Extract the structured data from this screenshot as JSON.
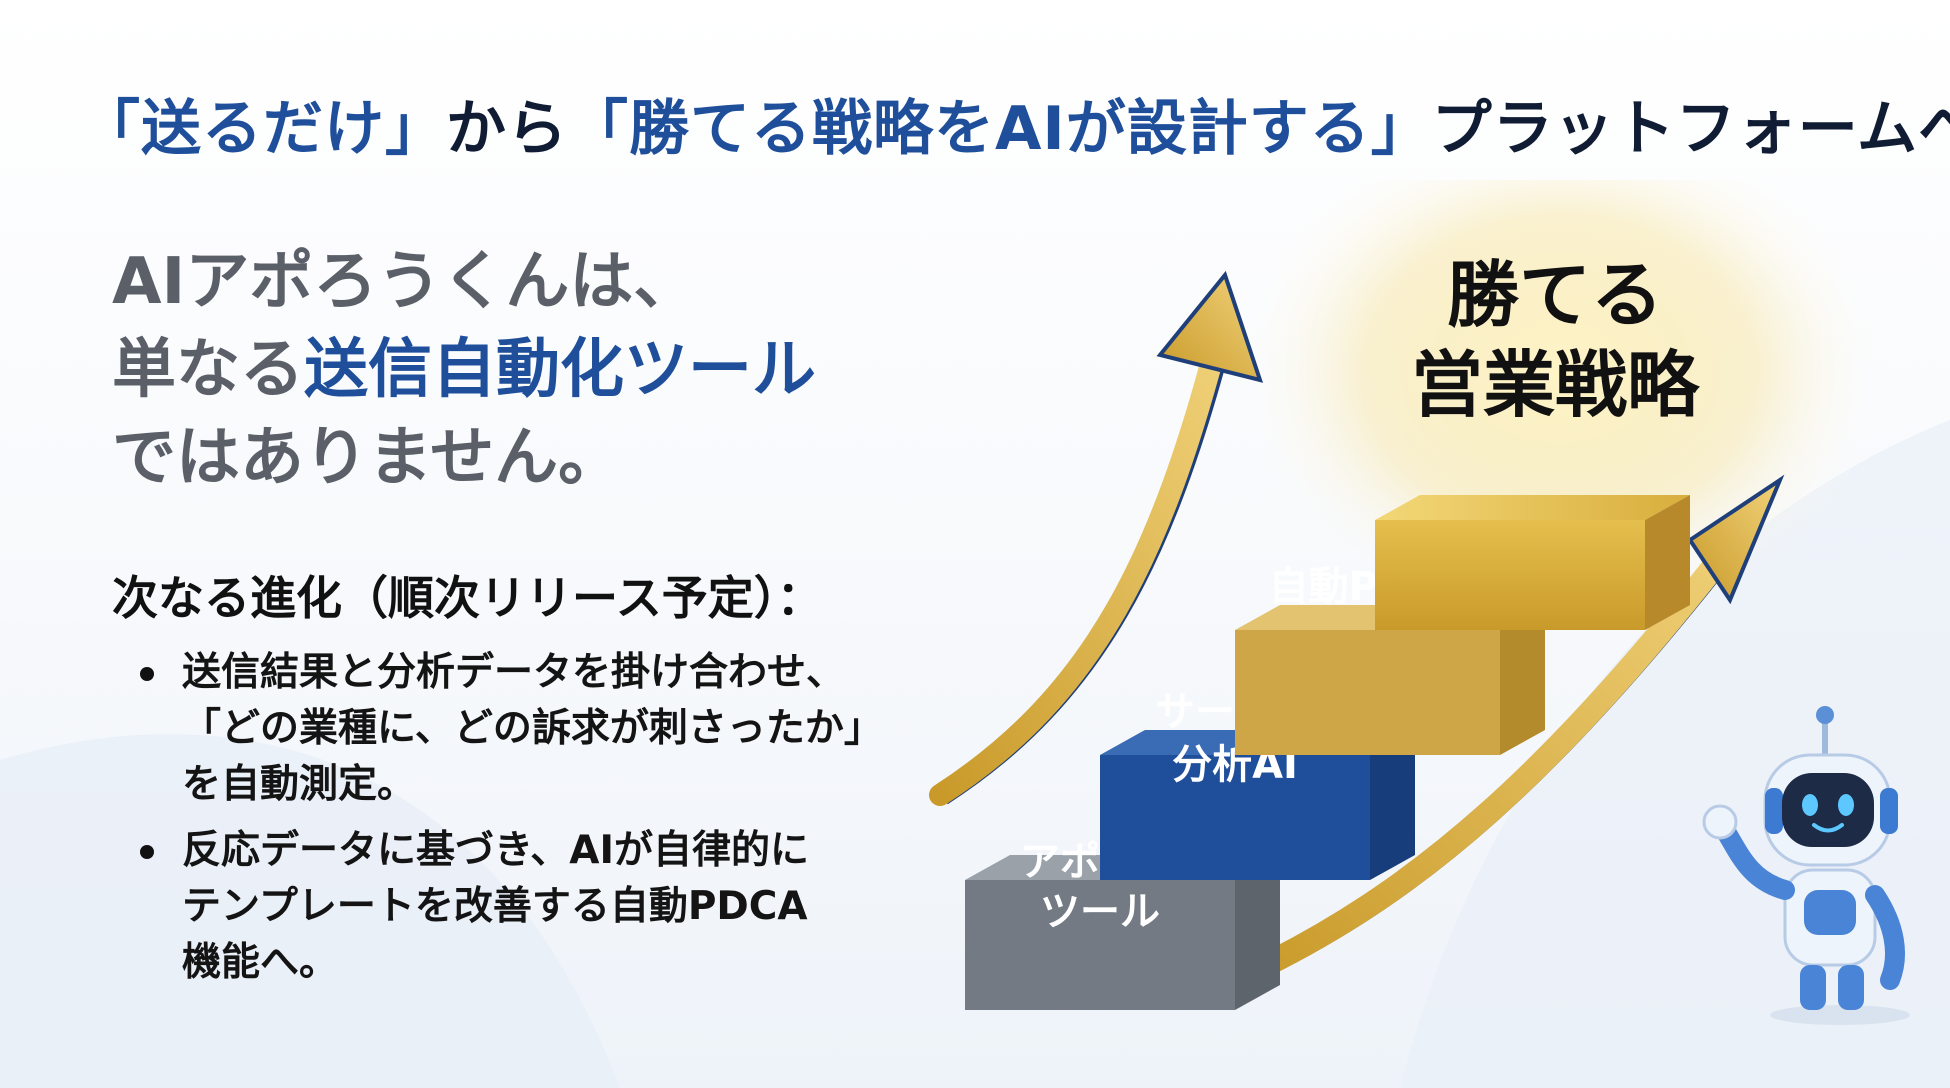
{
  "headline": {
    "part1": "「送るだけ」",
    "part2": "から",
    "part3": "「勝てる戦略をAIが設計する」",
    "part4": "プラットフォームへ"
  },
  "lead": {
    "line1": "AIアポろうくんは、",
    "line2_prefix": "単なる",
    "line2_accent": "送信自動化ツール",
    "line3": "ではありません。"
  },
  "next_evolution": {
    "heading": "次なる進化（順次リリース予定）：",
    "bullets": [
      {
        "lines": [
          "送信結果と分析データを掛け合わせ、",
          "「どの業種に、どの訴求が刺さったか」",
          "を自動測定。"
        ]
      },
      {
        "lines": [
          "反応データに基づき、AIが自律的に",
          "テンプレートを改善する自動PDCA",
          "機能へ。"
        ]
      }
    ]
  },
  "staircase": {
    "steps": [
      {
        "line1": "アポ獲得",
        "line2": "ツール",
        "color": "#7b828b"
      },
      {
        "line1": "サービス",
        "line2": "分析AI",
        "color": "#1f4f9a"
      },
      {
        "line1": "自動PDCA",
        "line2": "",
        "color": "#d1ad55"
      }
    ],
    "top": {
      "line1": "勝てる",
      "line2": "営業戦略",
      "color": "#e6c04a"
    }
  },
  "colors": {
    "accent_blue": "#1f4f9a",
    "dark_navy": "#0f1c33",
    "gray_text": "#5b6068",
    "gold": "#d9b14a"
  },
  "icons": {
    "arrows": "gold-upward-arrow-icon",
    "mascot": "robot-mascot-icon"
  }
}
